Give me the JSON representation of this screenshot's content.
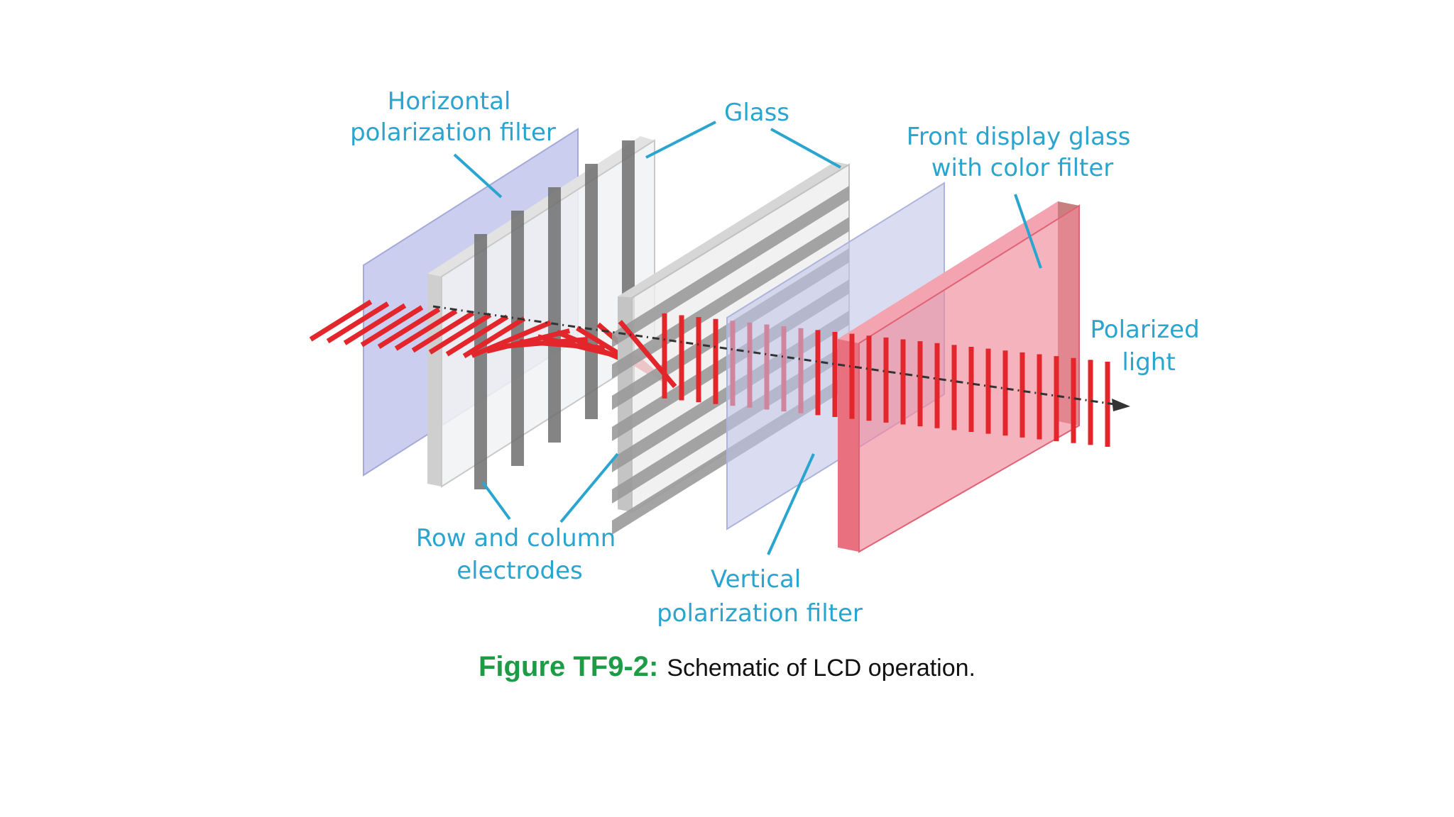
{
  "labels": {
    "horizontal_filter": [
      "Horizontal",
      "polarization filter"
    ],
    "glass": "Glass",
    "front_glass": [
      "Front display glass",
      "with color filter"
    ],
    "polarized_light": [
      "Polarized",
      "light"
    ],
    "electrodes": [
      "Row and column",
      "electrodes"
    ],
    "vertical_filter": [
      "Vertical",
      "polarization filter"
    ]
  },
  "caption": {
    "number": "Figure TF9-2:",
    "text": "Schematic of LCD operation."
  },
  "colors": {
    "label": "#2aa5cf",
    "light_ray": "#e3262b",
    "caption_number": "#1e9c45",
    "polarizer": "#b9bde8",
    "color_filter": "#f08a9a",
    "electrode": "#6e6e6e"
  }
}
